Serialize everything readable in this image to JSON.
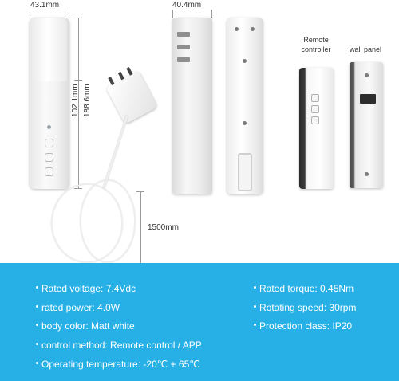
{
  "dimensions": {
    "motor_width": "43.1mm",
    "side_depth": "40.4mm",
    "height_short": "102.1mm",
    "height_long": "188.6mm",
    "cable_length": "1500mm"
  },
  "labels": {
    "remote_controller": "Remote controller",
    "wall_panel": "wall panel"
  },
  "specs_left": [
    {
      "text": "Rated voltage: 7.4Vdc"
    },
    {
      "text": "rated power: 4.0W"
    },
    {
      "text": "body color: Matt white"
    },
    {
      "text": "control method: Remote control / APP"
    },
    {
      "text": "Operating temperature: -20℃ + 65℃"
    }
  ],
  "specs_right": [
    {
      "text": "Rated torque: 0.45Nm"
    },
    {
      "text": "Rotating speed: 30rpm"
    },
    {
      "text": "Protection class: IP20"
    }
  ],
  "colors": {
    "spec_band": "#26b0e6",
    "device": "#f5f5f5"
  }
}
